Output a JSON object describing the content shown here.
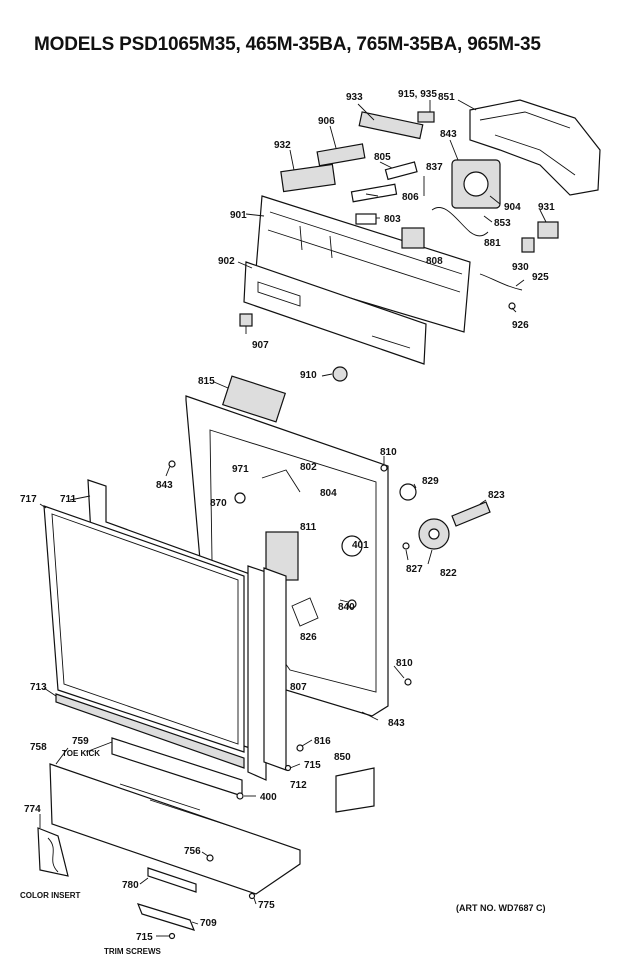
{
  "title": "MODELS PSD1065M35, 465M-35BA, 765M-35BA, 965M-35",
  "art_note": "(ART NO. WD7687 C)",
  "captions": {
    "toe_kick": "TOE KICK",
    "color_insert": "COLOR INSERT",
    "trim_screws": "TRIM SCREWS"
  },
  "part_labels": {
    "p933": "933",
    "p915_935": "915, 935",
    "p851": "851",
    "p906": "906",
    "p843_top": "843",
    "p932": "932",
    "p805": "805",
    "p837": "837",
    "p806": "806",
    "p904": "904",
    "p931": "931",
    "p901": "901",
    "p803": "803",
    "p853": "853",
    "p881": "881",
    "p808": "808",
    "p930": "930",
    "p902": "902",
    "p925": "925",
    "p926": "926",
    "p907": "907",
    "p910": "910",
    "p815": "815",
    "p810_top": "810",
    "p843_left": "843",
    "p971": "971",
    "p802": "802",
    "p804": "804",
    "p829": "829",
    "p823": "823",
    "p717": "717",
    "p711": "711",
    "p870": "870",
    "p811": "811",
    "p401": "401",
    "p827": "827",
    "p822": "822",
    "p840": "840",
    "p826": "826",
    "p810_bot": "810",
    "p713": "713",
    "p807": "807",
    "p843_bot": "843",
    "p816": "816",
    "p758": "758",
    "p759": "759",
    "p850": "850",
    "p715_mid": "715",
    "p712": "712",
    "p400": "400",
    "p774": "774",
    "p756": "756",
    "p780": "780",
    "p775": "775",
    "p709": "709",
    "p715_bot": "715"
  }
}
